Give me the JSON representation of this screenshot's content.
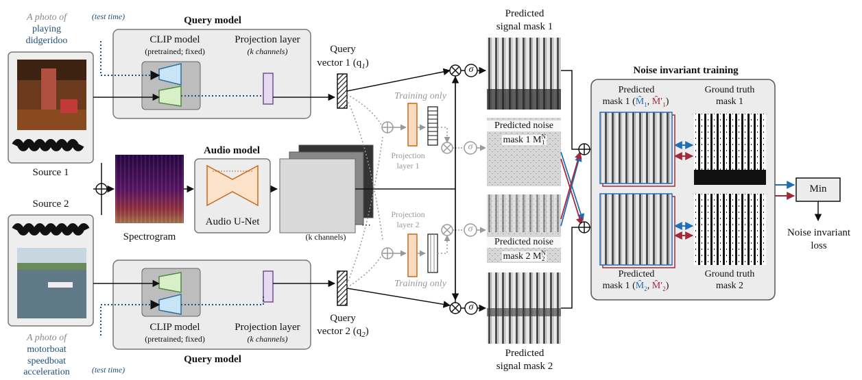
{
  "text_inputs": {
    "top": {
      "line1": "A photo of",
      "line2": "playing",
      "line3": "didgeridoo",
      "tag": "(test time)"
    },
    "bottom": {
      "line1": "A photo of",
      "line2": "motorboat",
      "line3": "speedboat",
      "line4": "acceleration",
      "tag": "(test time)"
    }
  },
  "query_model": {
    "title": "Query model",
    "clip_title": "CLIP model",
    "clip_sub": "(pretrained; fixed)",
    "proj_title": "Projection layer",
    "proj_sub": "(k channels)"
  },
  "sources": {
    "source1": "Source 1",
    "source2": "Source 2"
  },
  "audio": {
    "title": "Audio model",
    "unet": "Audio U-Net",
    "spectrogram": "Spectrogram",
    "k_channels": "(k channels)"
  },
  "query_vectors": {
    "q1_line1": "Query",
    "q1_line2": "vector 1 (q",
    "q1_sub": "1",
    "q1_end": ")",
    "q2_line1": "Query",
    "q2_line2": "vector 2 (q",
    "q2_sub": "2",
    "q2_end": ")"
  },
  "training_only": {
    "top": "Training only",
    "bottom": "Training only",
    "proj1_line1": "Projection",
    "proj1_line2": "layer 1",
    "proj2_line1": "Projection",
    "proj2_line2": "layer 2"
  },
  "masks": {
    "signal1_line1": "Predicted",
    "signal1_line2": "signal mask 1",
    "signal2_line1": "Predicted",
    "signal2_line2": "signal mask 2",
    "noise1_line1": "Predicted noise",
    "noise1_line2": "mask 1 M",
    "noise2_line1": "Predicted noise",
    "noise2_line2": "mask 2 M",
    "noise_sup": "N",
    "noise1_sub": "1",
    "noise2_sub": "2"
  },
  "nit": {
    "title": "Noise invariant training",
    "pred1_line1": "Predicted",
    "pred1_line2": "mask 1 (",
    "pred2_line1": "Predicted",
    "pred2_line2": "mask 1 (",
    "m1_hat": "M̂",
    "m1_sub": "1",
    "m1_prime": "M̂′",
    "gt1_line1": "Ground truth",
    "gt1_line2": "mask 1",
    "gt2_line1": "Ground truth",
    "gt2_line2": "mask 2",
    "min": "Min",
    "loss_line1": "Noise invariant",
    "loss_line2": "loss"
  },
  "symbols": {
    "plus": "⊕",
    "times": "⊗",
    "sigma": "σ",
    "dots": "⋯"
  },
  "colors": {
    "blue_arrow": "#1f6fb8",
    "red_arrow": "#a3283a",
    "box_bg": "#ececec",
    "trap_blue": "#c9e4f6",
    "trap_green": "#d8efc8",
    "proj_purple": "#e6d9f0",
    "unet_orange": "#fbe2c9",
    "proj_orange": "#f8dcc0",
    "text_blue": "#1f4f7a"
  }
}
